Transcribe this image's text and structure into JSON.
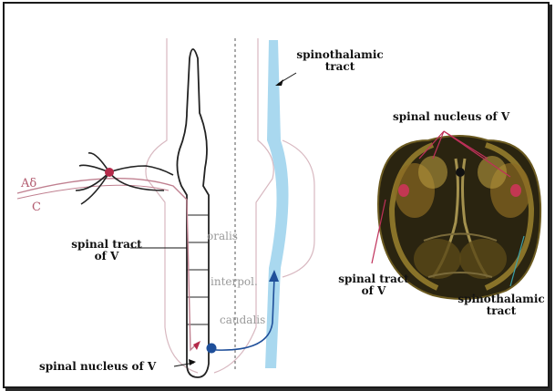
{
  "labels": {
    "spinothalamic_tract_top": "spinothalamic\ntract",
    "spinal_tract_left": "spinal tract\nof V",
    "spinal_nucleus_bottom": "spinal nucleus of V",
    "subnucleus_oralis": "oralis",
    "subnucleus_interpolaris": "interpol.",
    "subnucleus_caudalis": "caudalis",
    "fiber_adelta": "Aδ",
    "fiber_c": "C",
    "section_spinal_nucleus": "spinal nucleus of V",
    "section_spinal_tract": "spinal tract\nof V",
    "section_spinothalamic": "spinothalamic\ntract"
  },
  "colors": {
    "tract_blue": "#a9d8ef",
    "neuron_red": "#b52a4a",
    "fiber_pink": "#c08090",
    "nucleus_blue": "#1f4f9a",
    "outline_pink": "#d8b8c0"
  }
}
